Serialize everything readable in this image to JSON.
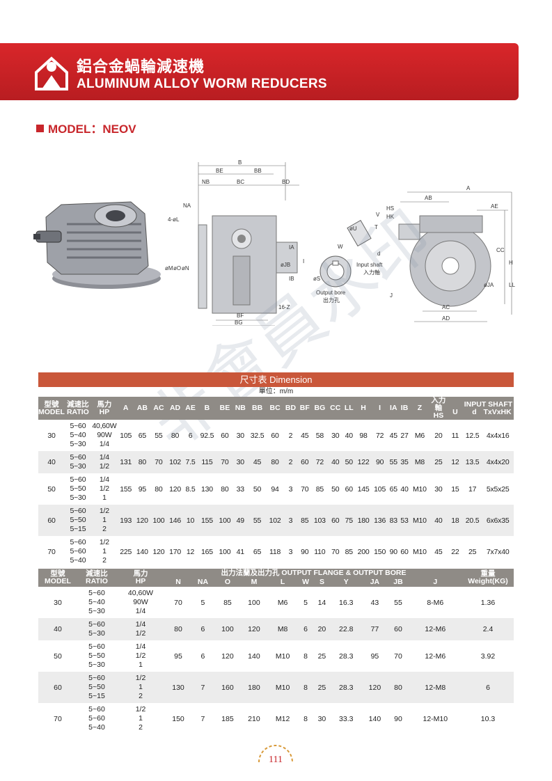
{
  "header": {
    "title_cn": "鋁合金蝸輪減速機",
    "title_en": "ALUMINUM ALLOY WORM REDUCERS",
    "accent": "#c8262b"
  },
  "model": {
    "label": "MODEL：NEOV"
  },
  "drawing_labels": {
    "side": [
      "B",
      "BE",
      "BB",
      "NB",
      "BC",
      "BD",
      "NA",
      "4-øL",
      "øM",
      "øO",
      "øN",
      "øJB",
      "IB",
      "IA",
      "I",
      "BF",
      "BG",
      "16-Z"
    ],
    "shaft": [
      "øU",
      "V",
      "T",
      "d",
      "W",
      "Input shaft",
      "入力軸",
      "Output bore",
      "出力孔",
      "øS"
    ],
    "front": [
      "A",
      "AB",
      "AE",
      "HS",
      "HK",
      "CC",
      "H",
      "øJA",
      "LL",
      "J",
      "AC",
      "AD"
    ]
  },
  "dimension_table": {
    "title_cn": "尺寸表",
    "title_en": "Dimension",
    "unit": "單位：m/m",
    "headers": {
      "model_cn": "型號",
      "model_en": "MODEL",
      "ratio_cn": "減速比",
      "ratio_en": "RATIO",
      "hp_cn": "馬力",
      "hp_en": "HP",
      "dims": [
        "A",
        "AB",
        "AC",
        "AD",
        "AE",
        "B",
        "BE",
        "NB",
        "BB",
        "BC",
        "BD",
        "BF",
        "BG",
        "CC",
        "LL",
        "H",
        "I",
        "IA",
        "IB",
        "Z"
      ],
      "input_cn": "入力軸",
      "input_en": "INPUT SHAFT",
      "input_cols": [
        "HS",
        "U",
        "d",
        "TxVxHK"
      ]
    },
    "rows": [
      {
        "model": "30",
        "ratio": "5~60\n5~40\n5~30",
        "hp": "40,60W\n90W\n1/4",
        "dims": [
          "105",
          "65",
          "55",
          "80",
          "6",
          "92.5",
          "60",
          "30",
          "32.5",
          "60",
          "2",
          "45",
          "58",
          "30",
          "40",
          "98",
          "72",
          "45",
          "27",
          "M6"
        ],
        "input": [
          "20",
          "11",
          "12.5",
          "4x4x16"
        ]
      },
      {
        "model": "40",
        "ratio": "5~60\n5~30",
        "hp": "1/4\n1/2",
        "dims": [
          "131",
          "80",
          "70",
          "102",
          "7.5",
          "115",
          "70",
          "30",
          "45",
          "80",
          "2",
          "60",
          "72",
          "40",
          "50",
          "122",
          "90",
          "55",
          "35",
          "M8"
        ],
        "input": [
          "25",
          "12",
          "13.5",
          "4x4x20"
        ]
      },
      {
        "model": "50",
        "ratio": "5~60\n5~50\n5~30",
        "hp": "1/4\n1/2\n1",
        "dims": [
          "155",
          "95",
          "80",
          "120",
          "8.5",
          "130",
          "80",
          "33",
          "50",
          "94",
          "3",
          "70",
          "85",
          "50",
          "60",
          "145",
          "105",
          "65",
          "40",
          "M10"
        ],
        "input": [
          "30",
          "15",
          "17",
          "5x5x25"
        ]
      },
      {
        "model": "60",
        "ratio": "5~60\n5~50\n5~15",
        "hp": "1/2\n1\n2",
        "dims": [
          "193",
          "120",
          "100",
          "146",
          "10",
          "155",
          "100",
          "49",
          "55",
          "102",
          "3",
          "85",
          "103",
          "60",
          "75",
          "180",
          "136",
          "83",
          "53",
          "M10"
        ],
        "input": [
          "40",
          "18",
          "20.5",
          "6x6x35"
        ]
      },
      {
        "model": "70",
        "ratio": "5~60\n5~60\n5~40",
        "hp": "1/2\n1\n2",
        "dims": [
          "225",
          "140",
          "120",
          "170",
          "12",
          "165",
          "100",
          "41",
          "65",
          "118",
          "3",
          "90",
          "110",
          "70",
          "85",
          "200",
          "150",
          "90",
          "60",
          "M10"
        ],
        "input": [
          "45",
          "22",
          "25",
          "7x7x40"
        ]
      }
    ]
  },
  "flange_table": {
    "headers": {
      "model_cn": "型號",
      "model_en": "MODEL",
      "ratio_cn": "減速比",
      "ratio_en": "RATIO",
      "hp_cn": "馬力",
      "hp_en": "HP",
      "group": "出力法蘭及出力孔 OUTPUT FLANGE & OUTPUT BORE",
      "cols": [
        "N",
        "NA",
        "O",
        "M",
        "L",
        "W",
        "S",
        "Y",
        "JA",
        "JB",
        "J"
      ],
      "weight_cn": "重量",
      "weight_en": "Weight(KG)"
    },
    "rows": [
      {
        "model": "30",
        "ratio": "5~60\n5~40\n5~30",
        "hp": "40,60W\n90W\n1/4",
        "vals": [
          "70",
          "5",
          "85",
          "100",
          "M6",
          "5",
          "14",
          "16.3",
          "43",
          "55",
          "8-M6"
        ],
        "weight": "1.36"
      },
      {
        "model": "40",
        "ratio": "5~60\n5~30",
        "hp": "1/4\n1/2",
        "vals": [
          "80",
          "6",
          "100",
          "120",
          "M8",
          "6",
          "20",
          "22.8",
          "77",
          "60",
          "12-M6"
        ],
        "weight": "2.4"
      },
      {
        "model": "50",
        "ratio": "5~60\n5~50\n5~30",
        "hp": "1/4\n1/2\n1",
        "vals": [
          "95",
          "6",
          "120",
          "140",
          "M10",
          "8",
          "25",
          "28.3",
          "95",
          "70",
          "12-M6"
        ],
        "weight": "3.92"
      },
      {
        "model": "60",
        "ratio": "5~60\n5~50\n5~15",
        "hp": "1/2\n1\n2",
        "vals": [
          "130",
          "7",
          "160",
          "180",
          "M10",
          "8",
          "25",
          "28.3",
          "120",
          "80",
          "12-M8"
        ],
        "weight": "6"
      },
      {
        "model": "70",
        "ratio": "5~60\n5~60\n5~40",
        "hp": "1/2\n1\n2",
        "vals": [
          "150",
          "7",
          "185",
          "210",
          "M12",
          "8",
          "30",
          "33.3",
          "140",
          "90",
          "12-M10"
        ],
        "weight": "10.3"
      }
    ]
  },
  "page_number": "111"
}
